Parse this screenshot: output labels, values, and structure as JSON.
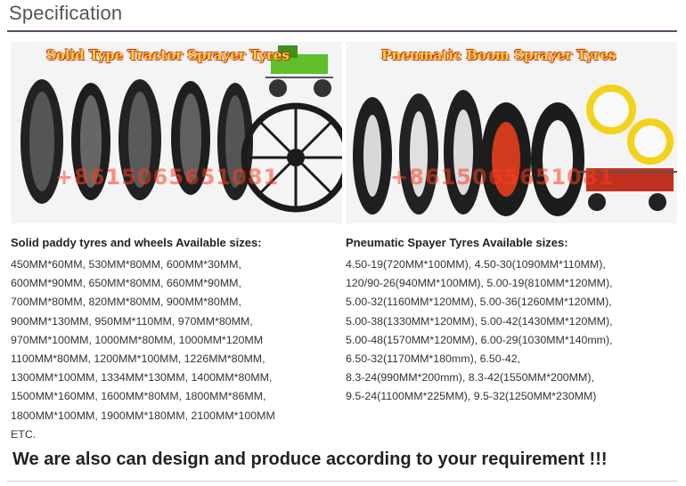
{
  "section": {
    "title": "Specification"
  },
  "left": {
    "banner": "Solid Type Tractor Sprayer Tyres",
    "watermark": "+8615065651081",
    "heading": "Solid paddy tyres and wheels Available sizes:",
    "lines": [
      "450MM*60MM, 530MM*80MM, 600MM*30MM,",
      "600MM*90MM, 650MM*80MM, 660MM*90MM,",
      "700MM*80MM, 820MM*80MM, 900MM*80MM,",
      "900MM*130MM, 950MM*110MM, 970MM*80MM,",
      "970MM*100MM, 1000MM*80MM, 1000MM*120MM",
      "1100MM*80MM, 1200MM*100MM, 1226MM*80MM,",
      "1300MM*100MM, 1334MM*130MM, 1400MM*80MM,",
      "1500MM*160MM, 1600MM*80MM, 1800MM*86MM,",
      "1800MM*100MM, 1900MM*180MM, 2100MM*100MM",
      "ETC."
    ]
  },
  "right": {
    "banner": "Pneumatic Boom Sprayer Tyres",
    "watermark": "+8615065651081",
    "heading": "Pneumatic Spayer Tyres Available sizes:",
    "lines": [
      "4.50-19(720MM*100MM), 4.50-30(1090MM*110MM),",
      "120/90-26(940MM*100MM), 5.00-19(810MM*120MM),",
      "5.00-32(1160MM*120MM), 5.00-36(1260MM*120MM),",
      "5.00-38(1330MM*120MM), 5.00-42(1430MM*120MM),",
      "5.00-48(1570MM*120MM), 6.00-29(1030MM*140mm),",
      "6.50-32(1170MM*180mm), 6.50-42,",
      "8.3-24(990MM*200mm), 8.3-42(1550MM*200MM),",
      "9.5-24(1100MM*225MM), 9.5-32(1250MM*230MM)"
    ]
  },
  "footer": {
    "message": "We are also can design and produce according to your requirement !!!"
  },
  "colors": {
    "banner_text": "#ffd53a",
    "banner_outline": "#c0301e",
    "rule": "#4a5566",
    "wheel_red": "#d23a1e",
    "tractor_green": "#5fbf2a"
  }
}
